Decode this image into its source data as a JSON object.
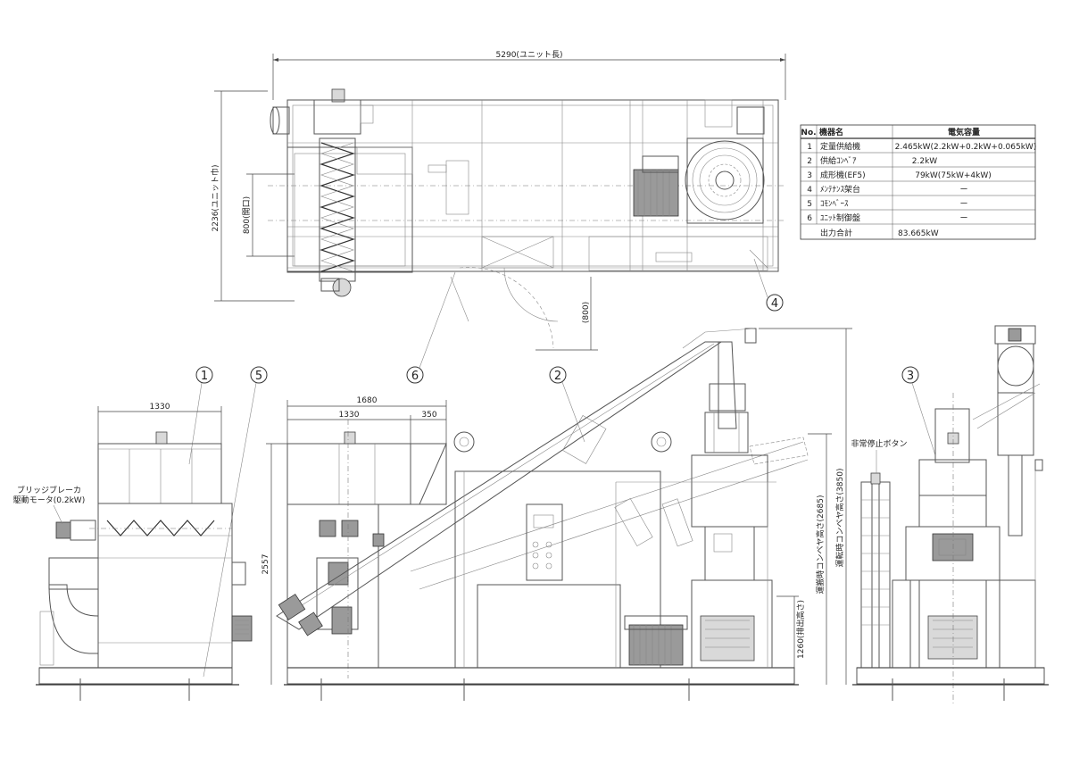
{
  "dimensions": {
    "unit_length": "5290(ユニット長)",
    "unit_width": "2236(ユニット巾)",
    "opening": "800(開口)",
    "door": "(800)",
    "front_width": "1330",
    "side_total": "1680",
    "side_hopper": "1330",
    "side_ext": "350",
    "height_total": "2557",
    "discharge_height": "1260(排出高さ)",
    "transport_conveyor_height": "運搬時コンベヤ高さ(2685)",
    "running_conveyor_height": "運転時コンベヤ高さ(3850)"
  },
  "callouts": {
    "c1": "1",
    "c2": "2",
    "c3": "3",
    "c4": "4",
    "c5": "5",
    "c6": "6"
  },
  "labels": {
    "motor_line1": "ブリッジブレーカ",
    "motor_line2": "駆動モータ(0.2kW)",
    "estop": "非常停止ボタン"
  },
  "equipment_table": {
    "headers": [
      "No.",
      "機器名",
      "電気容量"
    ],
    "rows": [
      {
        "no": "1",
        "name": "定量供給機",
        "capacity": "2.465kW(2.2kW+0.2kW+0.065kW)"
      },
      {
        "no": "2",
        "name": "供給ｺﾝﾍﾞｱ",
        "capacity": "2.2kW"
      },
      {
        "no": "3",
        "name": "成形機(EF5)",
        "capacity": "79kW(75kW+4kW)"
      },
      {
        "no": "4",
        "name": "ﾒﾝﾃﾅﾝｽ架台",
        "capacity": "ー"
      },
      {
        "no": "5",
        "name": "ｺﾓﾝﾍﾞｰｽ",
        "capacity": "ー"
      },
      {
        "no": "6",
        "name": "ﾕﾆｯﾄ制御盤",
        "capacity": "ー"
      }
    ],
    "total_label": "出力合計",
    "total_value": "83.665kW"
  }
}
